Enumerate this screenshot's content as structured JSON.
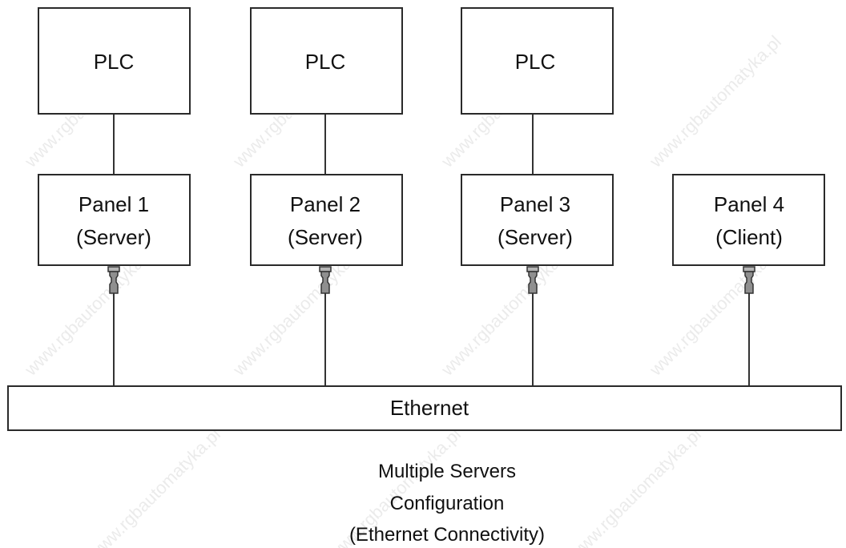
{
  "plcs": [
    {
      "label": "PLC"
    },
    {
      "label": "PLC"
    },
    {
      "label": "PLC"
    }
  ],
  "panels": [
    {
      "line1": "Panel 1",
      "line2": "(Server)"
    },
    {
      "line1": "Panel 2",
      "line2": "(Server)"
    },
    {
      "line1": "Panel 3",
      "line2": "(Server)"
    },
    {
      "line1": "Panel 4",
      "line2": "(Client)"
    }
  ],
  "bus": {
    "label": "Ethernet"
  },
  "caption": {
    "line1": "Multiple Servers",
    "line2": "Configuration",
    "line3": "(Ethernet Connectivity)"
  },
  "watermark": "www.rgbautomatyka.pl"
}
